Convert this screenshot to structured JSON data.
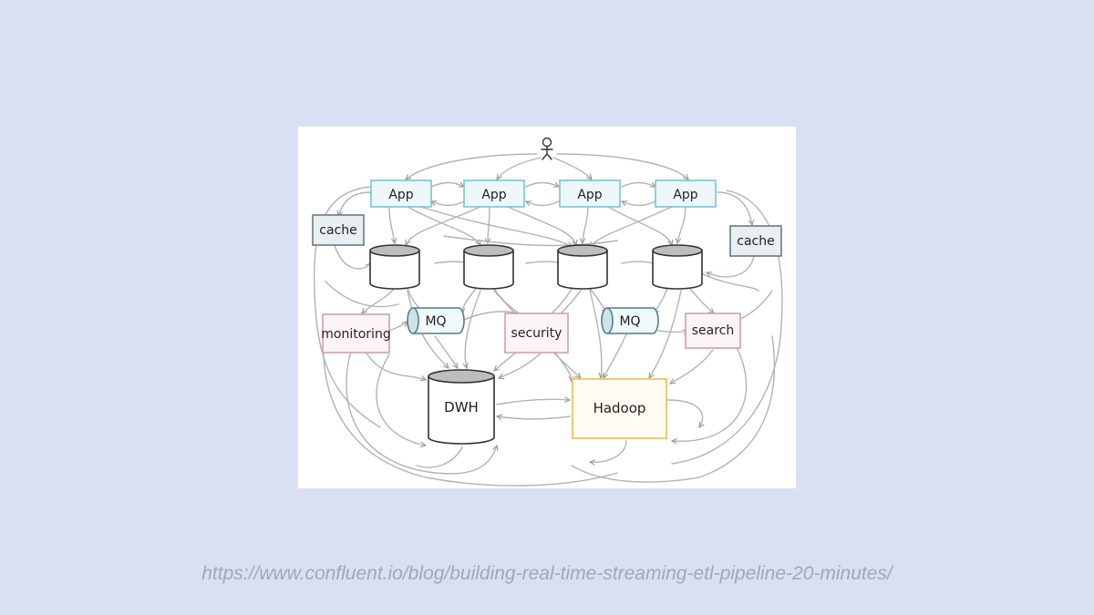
{
  "diagram": {
    "nodes": {
      "app_1": "App",
      "app_2": "App",
      "app_3": "App",
      "app_4": "App",
      "cache_left": "cache",
      "cache_right": "cache",
      "monitoring": "monitoring",
      "mq_left": "MQ",
      "security": "security",
      "mq_right": "MQ",
      "search": "search",
      "dwh": "DWH",
      "hadoop": "Hadoop"
    },
    "icons": [
      "user-icon",
      "database-icon",
      "message-queue-icon"
    ],
    "colors": {
      "background": "#dae0f3",
      "panel": "#ffffff",
      "app_border": "#79c3d6",
      "cache_border": "#6a7a80",
      "pink_border": "#cfa0ac",
      "hadoop_border": "#f3c367",
      "edge": "#b3b3b3"
    }
  },
  "source_url": "https://www.confluent.io/blog/building-real-time-streaming-etl-pipeline-20-minutes/"
}
